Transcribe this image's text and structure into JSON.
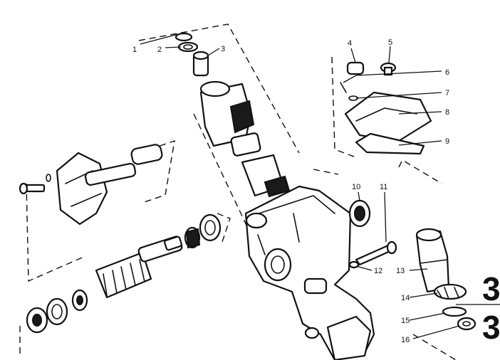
{
  "diagram": {
    "callouts": [
      "1",
      "2",
      "3",
      "4",
      "5",
      "6",
      "7",
      "8",
      "9",
      "10",
      "11",
      "12",
      "13",
      "14",
      "15",
      "16"
    ],
    "sheet_marker": [
      "3",
      "3"
    ]
  }
}
